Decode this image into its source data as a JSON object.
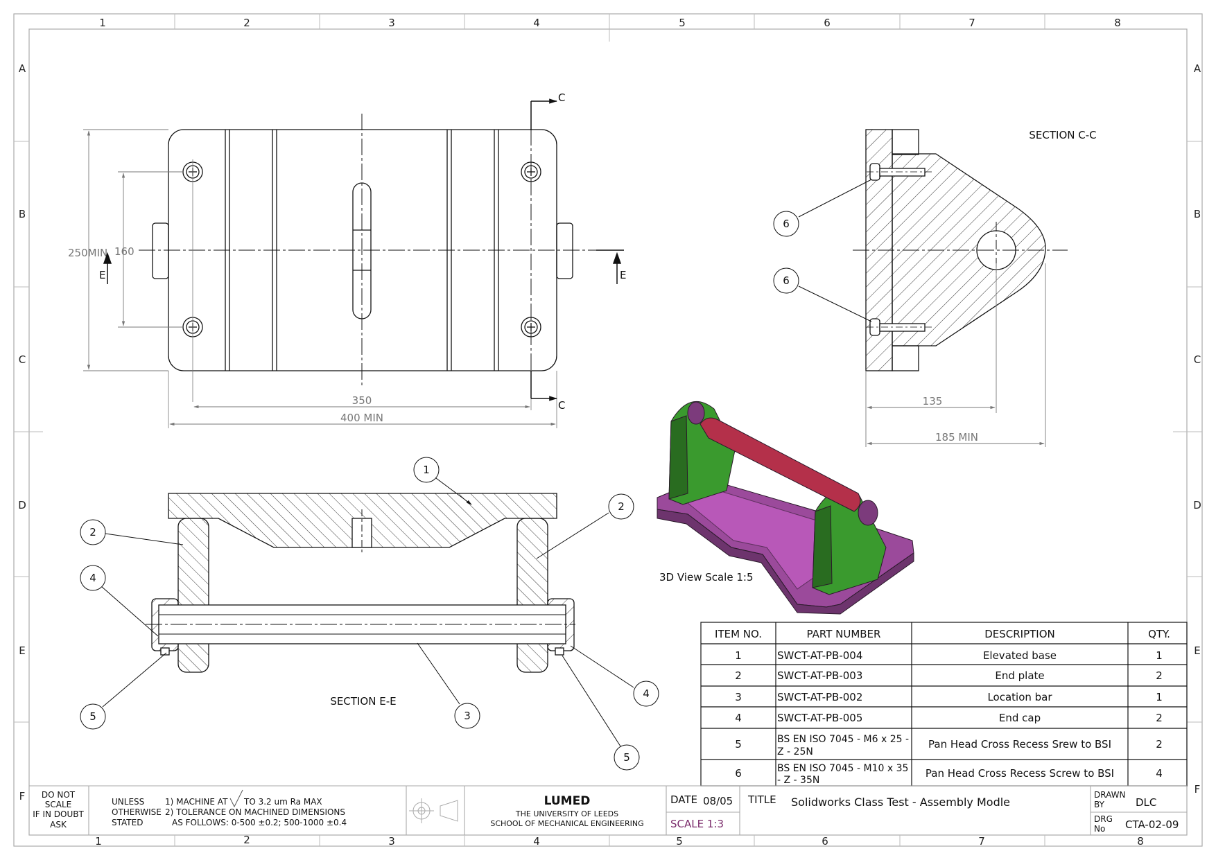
{
  "zones": {
    "columns": [
      "1",
      "2",
      "3",
      "4",
      "5",
      "6",
      "7",
      "8"
    ],
    "rows": [
      "A",
      "B",
      "C",
      "D",
      "E",
      "F"
    ]
  },
  "front_view": {
    "dim_250": "250MIN",
    "dim_160": "160",
    "dim_350": "350",
    "dim_400": "400 MIN",
    "section_marker": "E",
    "cut_marker": "C"
  },
  "section_cc": {
    "title": "SECTION C-C",
    "dim_135": "135",
    "dim_185": "185 MIN",
    "balloons": [
      "6",
      "6"
    ]
  },
  "section_ee": {
    "title": "SECTION E-E",
    "balloons": [
      "1",
      "2",
      "2",
      "4",
      "4",
      "5",
      "3",
      "5"
    ]
  },
  "view3d": {
    "caption": "3D View Scale 1:5",
    "colors": {
      "base": "#9b4a9b",
      "plates": "#3a9a2e",
      "bar": "#b4304a"
    }
  },
  "bom": {
    "headers": [
      "ITEM NO.",
      "PART NUMBER",
      "DESCRIPTION",
      "QTY."
    ],
    "rows": [
      {
        "item": "1",
        "part": [
          "SWCT-AT-PB-004"
        ],
        "desc": "Elevated base",
        "qty": "1"
      },
      {
        "item": "2",
        "part": [
          "SWCT-AT-PB-003"
        ],
        "desc": "End plate",
        "qty": "2"
      },
      {
        "item": "3",
        "part": [
          "SWCT-AT-PB-002"
        ],
        "desc": "Location bar",
        "qty": "1"
      },
      {
        "item": "4",
        "part": [
          "SWCT-AT-PB-005"
        ],
        "desc": "End cap",
        "qty": "2"
      },
      {
        "item": "5",
        "part": [
          "BS EN ISO 7045 - M6 x 25 -",
          "Z - 25N"
        ],
        "desc": "Pan Head Cross Recess Srew to BSI",
        "qty": "2"
      },
      {
        "item": "6",
        "part": [
          "BS EN ISO 7045 - M10 x 35",
          "- Z - 35N"
        ],
        "desc": "Pan Head Cross Recess Screw to BSI",
        "qty": "4"
      }
    ]
  },
  "title_block": {
    "do_not_scale": [
      "DO NOT",
      "SCALE",
      "IF IN DOUBT",
      "ASK"
    ],
    "unless": [
      "UNLESS",
      "OTHERWISE",
      "STATED"
    ],
    "notes": [
      "1) MACHINE AT",
      "TO 3.2 um Ra MAX",
      "2) TOLERANCE ON MACHINED DIMENSIONS",
      "AS FOLLOWS: 0-500 ±0.2; 500-1000 ±0.4"
    ],
    "org": "LUMED",
    "university": "THE UNIVERSITY OF LEEDS",
    "school": "SCHOOL OF MECHANICAL ENGINEERING",
    "date_label": "DATE",
    "date_value": "08/05",
    "scale": "SCALE 1:3",
    "title_label": "TITLE",
    "title_value": "Solidworks Class Test - Assembly Modle",
    "drawn_by_label": [
      "DRAWN",
      "BY"
    ],
    "drawn_by_value": "DLC",
    "drg_label": [
      "DRG",
      "No"
    ],
    "drg_value": "CTA-02-09"
  }
}
